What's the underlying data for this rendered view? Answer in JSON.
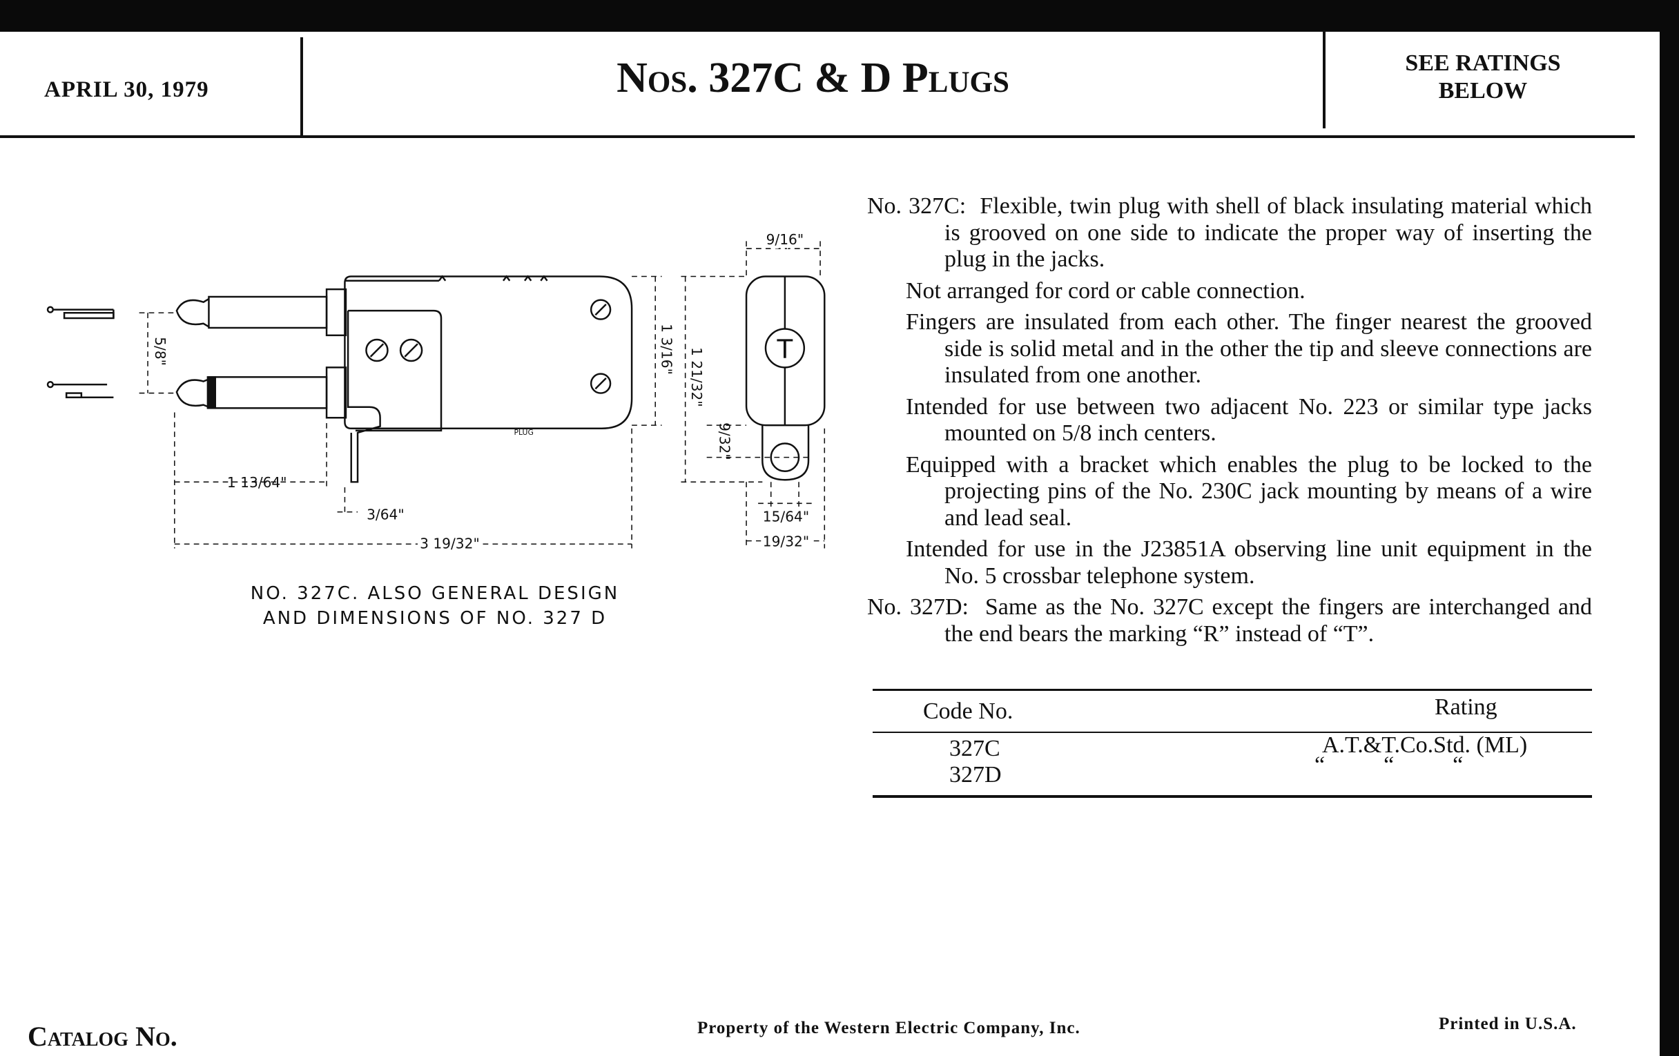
{
  "header": {
    "date": "APRIL 30, 1979",
    "title": "Nos. 327C & D Plugs",
    "ratings_note": [
      "SEE RATINGS",
      "BELOW"
    ]
  },
  "description": [
    {
      "label": "No. 327C:",
      "text": "Flexible, twin plug with shell of black insulating material which is grooved on one side to indicate the proper way of inserting the plug in the jacks."
    },
    {
      "text": "Not arranged for cord or cable connection."
    },
    {
      "text": "Fingers are insulated from each other.  The finger nearest the grooved side is solid metal and in the other the tip and sleeve connections are insulated from one another."
    },
    {
      "text": "Intended for use between two adjacent No. 223 or similar type jacks mounted on 5/8 inch centers."
    },
    {
      "text": "Equipped with a bracket which enables the plug to be locked to the projecting pins of the No. 230C jack mounting by means of a wire and lead seal."
    },
    {
      "text": "Intended for use in the J23851A observing line unit equipment in the No. 5 crossbar telephone system."
    },
    {
      "label": "No. 327D:",
      "text": "Same as the No. 327C except the fingers are interchanged and the end bears the marking “R” instead of “T”."
    }
  ],
  "ratings_table": {
    "headers": [
      "Code No.",
      "Rating"
    ],
    "rows": [
      {
        "code": "327C",
        "rating": "A.T.&T.Co.Std. (ML)"
      },
      {
        "code": "327D",
        "rating": "“          “          “"
      }
    ]
  },
  "drawing": {
    "caption": [
      "NO. 327C. ALSO GENERAL DESIGN",
      "AND DIMENSIONS OF NO. 327 D"
    ],
    "plug_label": "PLUG",
    "end_marking": "T",
    "dimensions": {
      "finger_spacing": "5/8\"",
      "body_height": "1 3/16\"",
      "overall_height": "1 21/32\"",
      "finger_length": "1 13/64\"",
      "bracket_thickness": "3/64\"",
      "overall_length": "3 19/32\"",
      "end_width": "9/16\"",
      "tab_offset": "9/32\"",
      "hole_dia": "15/64\"",
      "tab_width": "19/32\""
    }
  },
  "footer": {
    "catalog": "Catalog No.",
    "property": "Property of the Western Electric Company, Inc.",
    "printed": "Printed in U.S.A."
  }
}
